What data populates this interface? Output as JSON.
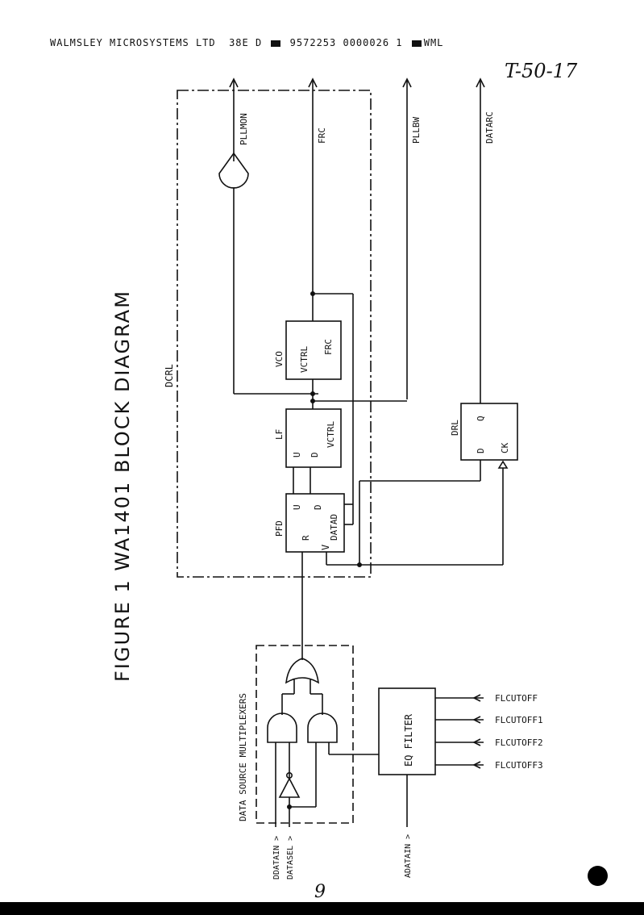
{
  "header": {
    "left": "WALMSLEY MICROSYSTEMS LTD",
    "code": "38E D",
    "number": "9572253 0000026 1",
    "right": "WML"
  },
  "handwritten_ref": "T-50-17",
  "page_number": "9",
  "figure_title": "FIGURE 1  WA1401 BLOCK DIAGRAM",
  "labels": {
    "dcrl": "DCRL",
    "pllmon": "PLLMON",
    "frc_out": "FRC",
    "pllbw": "PLLBW",
    "datarc": "DATARC",
    "vco": "VCO",
    "vco_vctrl": "VCTRL",
    "vco_frc": "FRC",
    "lf": "LF",
    "lf_u": "U",
    "lf_d": "D",
    "lf_vctrl": "VCTRL",
    "pfd": "PFD",
    "pfd_u": "U",
    "pfd_d": "D",
    "pfd_r": "R",
    "pfd_v": "V",
    "pfd_datad": "DATAD",
    "drl": "DRL",
    "drl_d": "D",
    "drl_q": "Q",
    "drl_ck": "CK",
    "mux": "DATA SOURCE MULTIPLEXERS",
    "eq": "EQ FILTER",
    "ddatain": "DDATAIN >",
    "datasel": "DATASEL >",
    "adatain": "ADATAIN >"
  },
  "filter_inputs": [
    "FLCUTOFF",
    "FLCUTOFF1",
    "FLCUTOFF2",
    "FLCUTOFF3"
  ]
}
